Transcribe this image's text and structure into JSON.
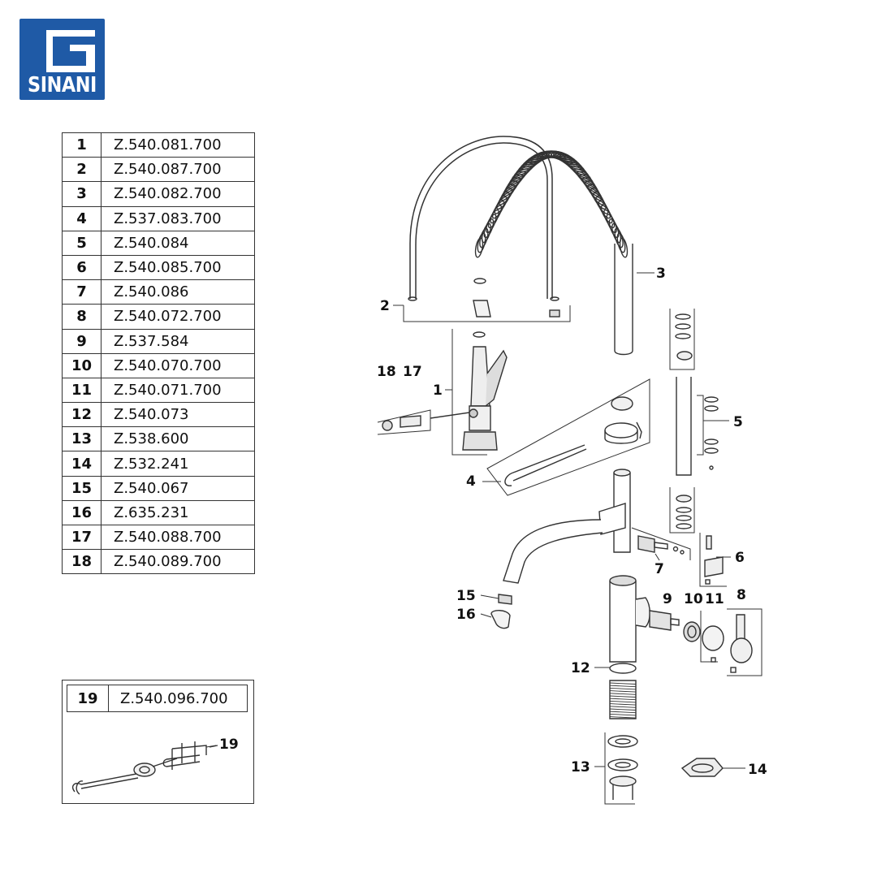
{
  "brand": {
    "name": "SINANI",
    "color": "#1f5aa6"
  },
  "parts": [
    {
      "number": "1",
      "code": "Z.540.081.700"
    },
    {
      "number": "2",
      "code": "Z.540.087.700"
    },
    {
      "number": "3",
      "code": "Z.540.082.700"
    },
    {
      "number": "4",
      "code": "Z.537.083.700"
    },
    {
      "number": "5",
      "code": "Z.540.084"
    },
    {
      "number": "6",
      "code": "Z.540.085.700"
    },
    {
      "number": "7",
      "code": "Z.540.086"
    },
    {
      "number": "8",
      "code": "Z.540.072.700"
    },
    {
      "number": "9",
      "code": "Z.537.584"
    },
    {
      "number": "10",
      "code": "Z.540.070.700"
    },
    {
      "number": "11",
      "code": "Z.540.071.700"
    },
    {
      "number": "12",
      "code": "Z.540.073"
    },
    {
      "number": "13",
      "code": "Z.538.600"
    },
    {
      "number": "14",
      "code": "Z.532.241"
    },
    {
      "number": "15",
      "code": "Z.540.067"
    },
    {
      "number": "16",
      "code": "Z.635.231"
    },
    {
      "number": "17",
      "code": "Z.540.088.700"
    },
    {
      "number": "18",
      "code": "Z.540.089.700"
    }
  ],
  "accessory": {
    "number": "19",
    "code": "Z.540.096.700"
  },
  "callouts": {
    "c1": "1",
    "c2": "2",
    "c3": "3",
    "c4": "4",
    "c5": "5",
    "c6": "6",
    "c7": "7",
    "c8": "8",
    "c9": "9",
    "c10": "10",
    "c11": "11",
    "c12": "12",
    "c13": "13",
    "c14": "14",
    "c15": "15",
    "c16": "16",
    "c17": "17",
    "c18": "18",
    "c19": "19"
  }
}
